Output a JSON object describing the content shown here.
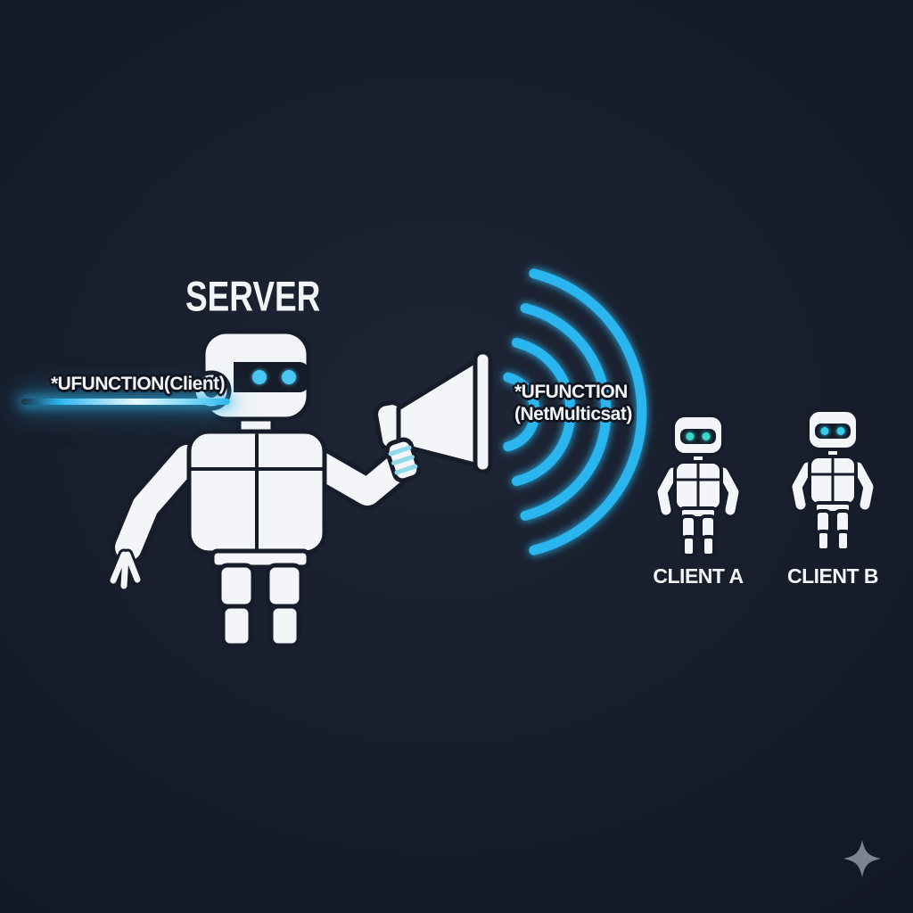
{
  "colors": {
    "background": "#171d2b",
    "robot_fill": "#f3f5f8",
    "outline": "#161c29",
    "accent_cyan": "#2cb5ee",
    "eye_cyan": "#49c6f2",
    "eye_teal": "#38d8cc",
    "text": "#f2f4f7",
    "sparkle": "#8e96a4"
  },
  "scene": {
    "server": {
      "label": "SERVER",
      "rpc_label": "*UFUNCTION(Client)"
    },
    "broadcast": {
      "rpc_label_line1": "*UFUNCTION",
      "rpc_label_line2": "(NetMulticsat)"
    },
    "clients": [
      {
        "label": "CLIENT A"
      },
      {
        "label": "CLIENT B"
      }
    ]
  },
  "icons": {
    "server_robot": "server-robot-icon",
    "client_robot": "client-robot-icon",
    "megaphone": "megaphone-icon",
    "waves": "broadcast-waves-icon",
    "glow_line": "glow-line",
    "sparkle": "sparkle-icon"
  }
}
